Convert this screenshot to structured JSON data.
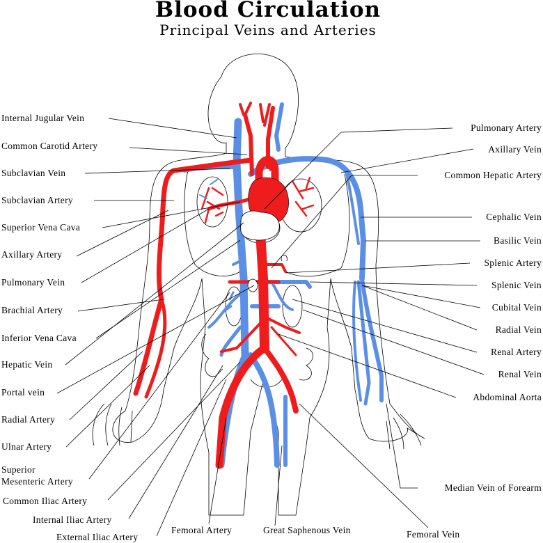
{
  "title": "Blood Circulation",
  "subtitle": "Principal Veins and Arteries",
  "colors": {
    "artery": "#ee1c1c",
    "vein": "#5b8fe6",
    "outline": "#000000",
    "leader": "#000000"
  },
  "labels_left": [
    "Internal Jugular Vein",
    "Common Carotid Artery",
    "Subclavian Vein",
    "Subclavian Artery",
    "Superior Vena Cava",
    "Axillary Artery",
    "Pulmonary Vein",
    "Brachial Artery",
    "Inferior Vena Cava",
    "Hepatic Vein",
    "Portal vein",
    "Radial Artery",
    "Ulnar Artery",
    "Superior",
    "Mesenteric Artery",
    "Common Iliac Artery",
    "Internal Iliac Artery",
    "External Iliac Artery"
  ],
  "labels_right": [
    "Pulmonary Artery",
    "Axillary Vein",
    "Common Hepatic Artery",
    "Cephalic Vein",
    "Basilic Vein",
    "Splenic Artery",
    "Splenic Vein",
    "Cubital Vein",
    "Radial Vein",
    "Renal Artery",
    "Renal Vein",
    "Abdominal Aorta",
    "Median Vein of Forearm"
  ],
  "labels_bottom": [
    "Femoral Artery",
    "Great Saphenous Vein",
    "Femoral Vein"
  ]
}
